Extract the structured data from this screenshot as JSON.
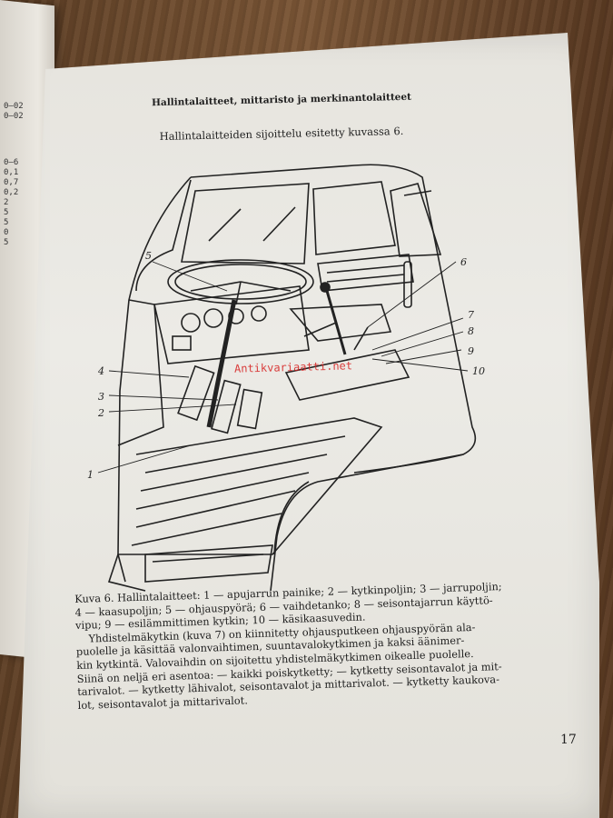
{
  "left_edge_text": [
    "0—02",
    "0—02",
    "0—6",
    "0,1",
    "0,7",
    "0,2",
    "2",
    "5",
    "5",
    "0",
    "5"
  ],
  "page": {
    "title": "Hallintalaitteet, mittaristo ja merkinantolaitteet",
    "subtitle": "Hallintalaitteiden sijoittelu esitetty kuvassa 6.",
    "figure_labels": [
      "1",
      "2",
      "3",
      "4",
      "5",
      "6",
      "7",
      "8",
      "9",
      "10"
    ],
    "watermark": "Antikvariaatti.net",
    "caption_lines": [
      "Kuva 6. Hallintalaitteet: 1 — apujarrun painike; 2 — kytkinpoljin; 3 — jarrupoljin;",
      "4 — kaasupoljin; 5 — ohjauspyörä; 6 — vaihdetanko; 8 — seisontajarrun käyttö-",
      "vipu; 9 — esilämmittimen kytkin; 10 — käsikaasuvedin.",
      "Yhdistelmäkytkin (kuva 7) on kiinnitetty ohjausputkeen ohjauspyörän ala-",
      "puolelle ja käsittää valonvaihtimen, suuntavalokytkimen ja kaksi äänimer-",
      "kin kytkintä. Valovaihdin on sijoitettu yhdistelmäkytkimen oikealle puolelle.",
      "Siinä on neljä eri asentoa: — kaikki poiskytketty; — kytketty seisontavalot ja mit-",
      "tarivalot. — kytketty lähivalot, seisontavalot ja mittarivalot. — kytketty kaukova-",
      "lot, seisontavalot ja mittarivalot."
    ],
    "page_number": "17"
  }
}
